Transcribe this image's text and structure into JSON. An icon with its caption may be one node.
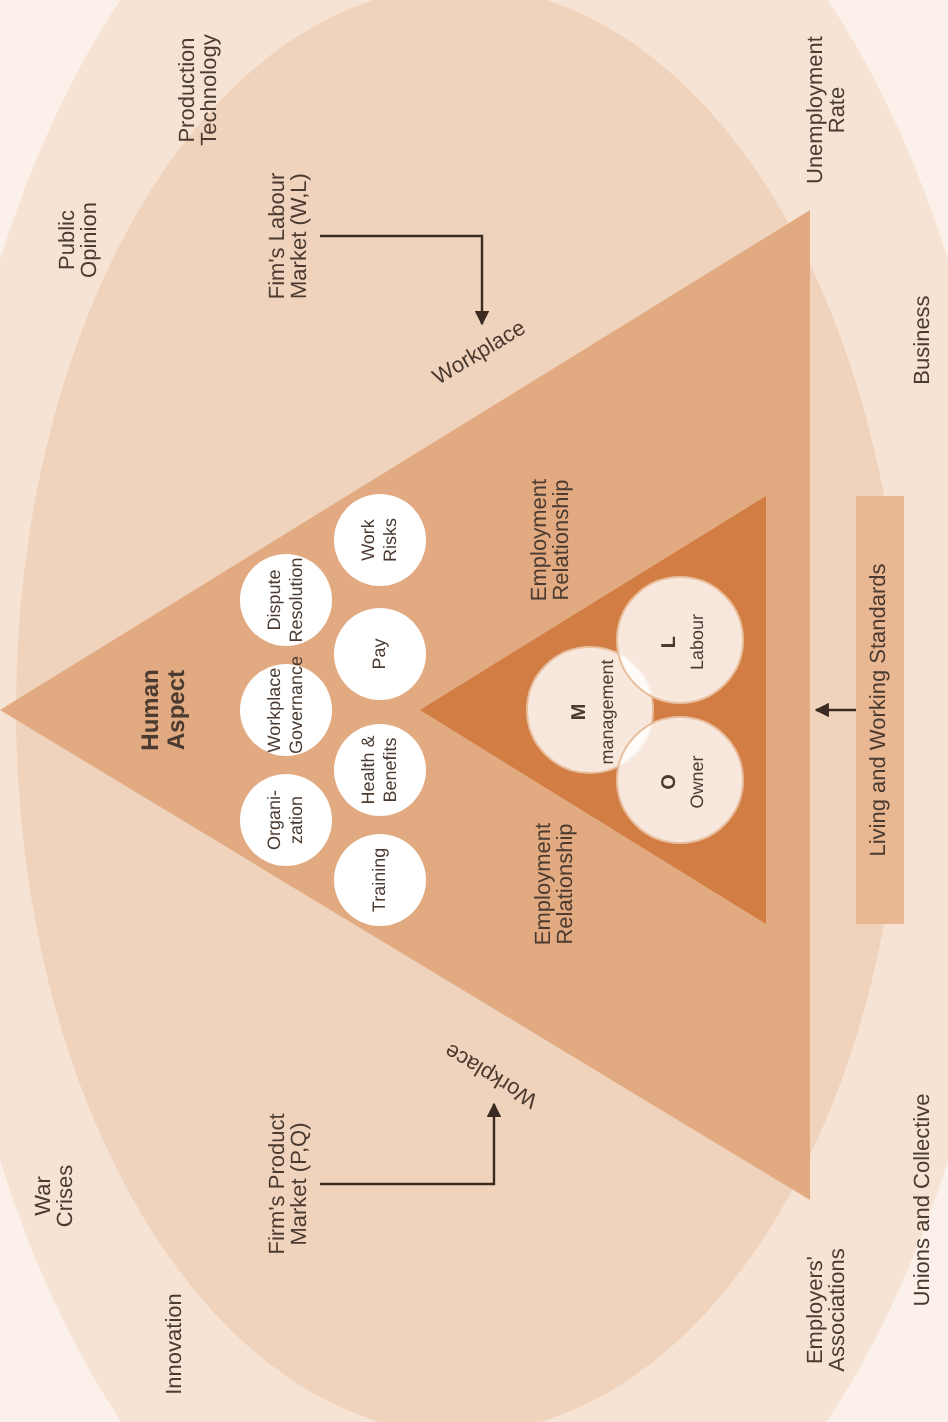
{
  "diagram": {
    "nodes": [
      {
        "text": [
          "Human Aspect"
        ]
      },
      {
        "text": [
          "Organi- zation"
        ],
        "in": 0
      },
      {
        "text": [
          "Workplace Governance"
        ],
        "in": 0
      },
      {
        "text": [
          "Dispute Resolution"
        ],
        "in": 0
      },
      {
        "text": [
          "Training"
        ],
        "in": 0
      },
      {
        "text": [
          "Health & Benefits"
        ],
        "in": 0
      },
      {
        "text": [
          "Pay"
        ],
        "in": 0
      },
      {
        "text": [
          "Work Risks"
        ],
        "in": 0
      },
      {
        "text": [],
        "shape": "triangle",
        "in": 0,
        "beside": [
          "Employment Relationship",
          "Employment Relationship"
        ]
      },
      {
        "text": [
          "M",
          "management"
        ],
        "in": 8
      },
      {
        "text": [
          "L",
          "Labour"
        ],
        "in": 8
      },
      {
        "text": [
          "O",
          "Owner"
        ],
        "in": 8
      },
      {
        "text": [
          "Workplace"
        ]
      },
      {
        "text": [
          "Workplace"
        ]
      },
      {
        "text": [
          "Fim's Labour Market (W,L)"
        ]
      },
      {
        "text": [
          "Firm's Product Market (P,Q)"
        ]
      },
      {
        "text": [
          "Living and Working Standards"
        ]
      }
    ],
    "edges": [
      {
        "from": 14,
        "to": 12,
        "arrow": "to"
      },
      {
        "from": 15,
        "to": 13,
        "arrow": "to"
      },
      {
        "from": 16,
        "to": 0,
        "arrow": "to"
      }
    ],
    "labels": [
      "Production Technology",
      "Public Opinion",
      "Unemployment Rate",
      "Business",
      "War Crises",
      "Innovation",
      "Employers' Associations",
      "Unions and Collective"
    ]
  }
}
